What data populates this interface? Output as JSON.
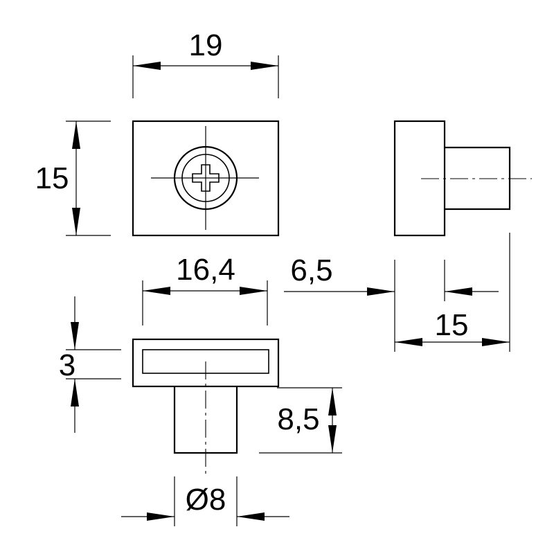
{
  "drawing": {
    "dimensions": {
      "top_width": "19",
      "front_height": "15",
      "bottom_width": "16,4",
      "side_head_thickness": "6,5",
      "side_overall_length": "15",
      "flange_thickness": "3",
      "pin_length": "8,5",
      "pin_diameter": "Ø8"
    }
  }
}
